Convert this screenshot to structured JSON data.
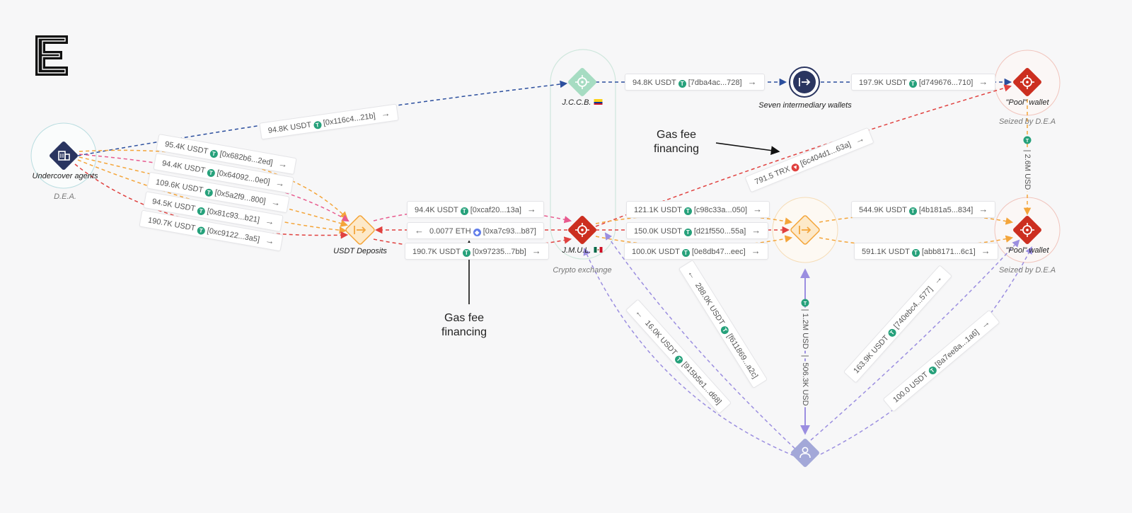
{
  "logo": {
    "icon": "e-logo-icon"
  },
  "colors": {
    "blue": "#2c4f9e",
    "orange": "#f4a53a",
    "pink": "#e85a8e",
    "red": "#e0413f",
    "purple": "#9b8ee0",
    "tether": "#26a17b",
    "eth": "#627eea",
    "trx": "#e0413f"
  },
  "nodes": {
    "agents": {
      "label": "Undercover agents",
      "sub": "D.E.A.",
      "icon": "building-icon"
    },
    "deposits": {
      "label": "USDT Deposits",
      "icon": "forward-icon"
    },
    "jccb": {
      "label": "J.C.C.B.",
      "icon": "target-icon",
      "flag": "colombia-flag-icon"
    },
    "jmul": {
      "label": "J.M.U.L.",
      "icon": "target-icon",
      "flag": "mexico-flag-icon"
    },
    "exchange": {
      "label": "Crypto exchange"
    },
    "seven": {
      "label": "Seven intermediary wallets",
      "icon": "forward-icon"
    },
    "pool_top": {
      "label": "\"Pool\" wallet",
      "sub": "Seized by D.E.A",
      "icon": "target-icon"
    },
    "pool_bottom": {
      "label": "\"Pool\" wallet",
      "sub": "Seized by D.E.A",
      "icon": "target-icon"
    },
    "mid_forward": {
      "icon": "forward-icon"
    },
    "person": {
      "icon": "person-icon"
    }
  },
  "edges": {
    "e1": {
      "amount": "94.8K USDT",
      "addr": "[0x116c4...21b]"
    },
    "e2": {
      "amount": "95.4K USDT",
      "addr": "[0x682b6...2ed]"
    },
    "e3": {
      "amount": "94.4K USDT",
      "addr": "[0x64092...0e0]"
    },
    "e4": {
      "amount": "109.6K USDT",
      "addr": "[0x5a2f9...800]"
    },
    "e5": {
      "amount": "94.5K USDT",
      "addr": "[0x81c93...b21]"
    },
    "e6": {
      "amount": "190.7K USDT",
      "addr": "[0xc9122...3a5]"
    },
    "e7": {
      "amount": "94.4K USDT",
      "addr": "[0xcaf20...13a]"
    },
    "e8": {
      "amount": "0.0077 ETH",
      "addr": "[0xa7c93...b87]"
    },
    "e9": {
      "amount": "190.7K USDT",
      "addr": "[0x97235...7bb]"
    },
    "e10": {
      "amount": "94.8K USDT",
      "addr": "[7dba4ac...728]"
    },
    "e11": {
      "amount": "197.9K USDT",
      "addr": "[d749676...710]"
    },
    "e12": {
      "amount": "791.5 TRX",
      "addr": "[6c404d1...63a]"
    },
    "e13": {
      "amount": "121.1K USDT",
      "addr": "[c98c33a...050]"
    },
    "e14": {
      "amount": "150.0K USDT",
      "addr": "[d21f550...55a]"
    },
    "e15": {
      "amount": "100.0K USDT",
      "addr": "[0e8db47...eec]"
    },
    "e16": {
      "amount": "544.9K USDT",
      "addr": "[4b181a5...834]"
    },
    "e17": {
      "amount": "591.1K USDT",
      "addr": "[abb8171...6c1]"
    },
    "e18": {
      "amount": "288.0K USDT",
      "addr": "[f611869...a2c]"
    },
    "e19": {
      "amount": "16.0K USDT",
      "addr": "[915b5e1...d68]"
    },
    "e20": {
      "amount": "163.9K USDT",
      "addr": "[740ebc4...577]"
    },
    "e21": {
      "amount": "100.0 USDT",
      "addr": "[8a7ee8a...1a6]"
    }
  },
  "vertical": {
    "pool_link": "| 2.6M USD",
    "mid_link_a": "| 1.2M USD",
    "mid_link_sep": "|",
    "mid_link_b": "506.3K USD"
  },
  "annotations": {
    "gas_top": "Gas fee\nfinancing",
    "gas_bottom": "Gas fee\nfinancing"
  }
}
